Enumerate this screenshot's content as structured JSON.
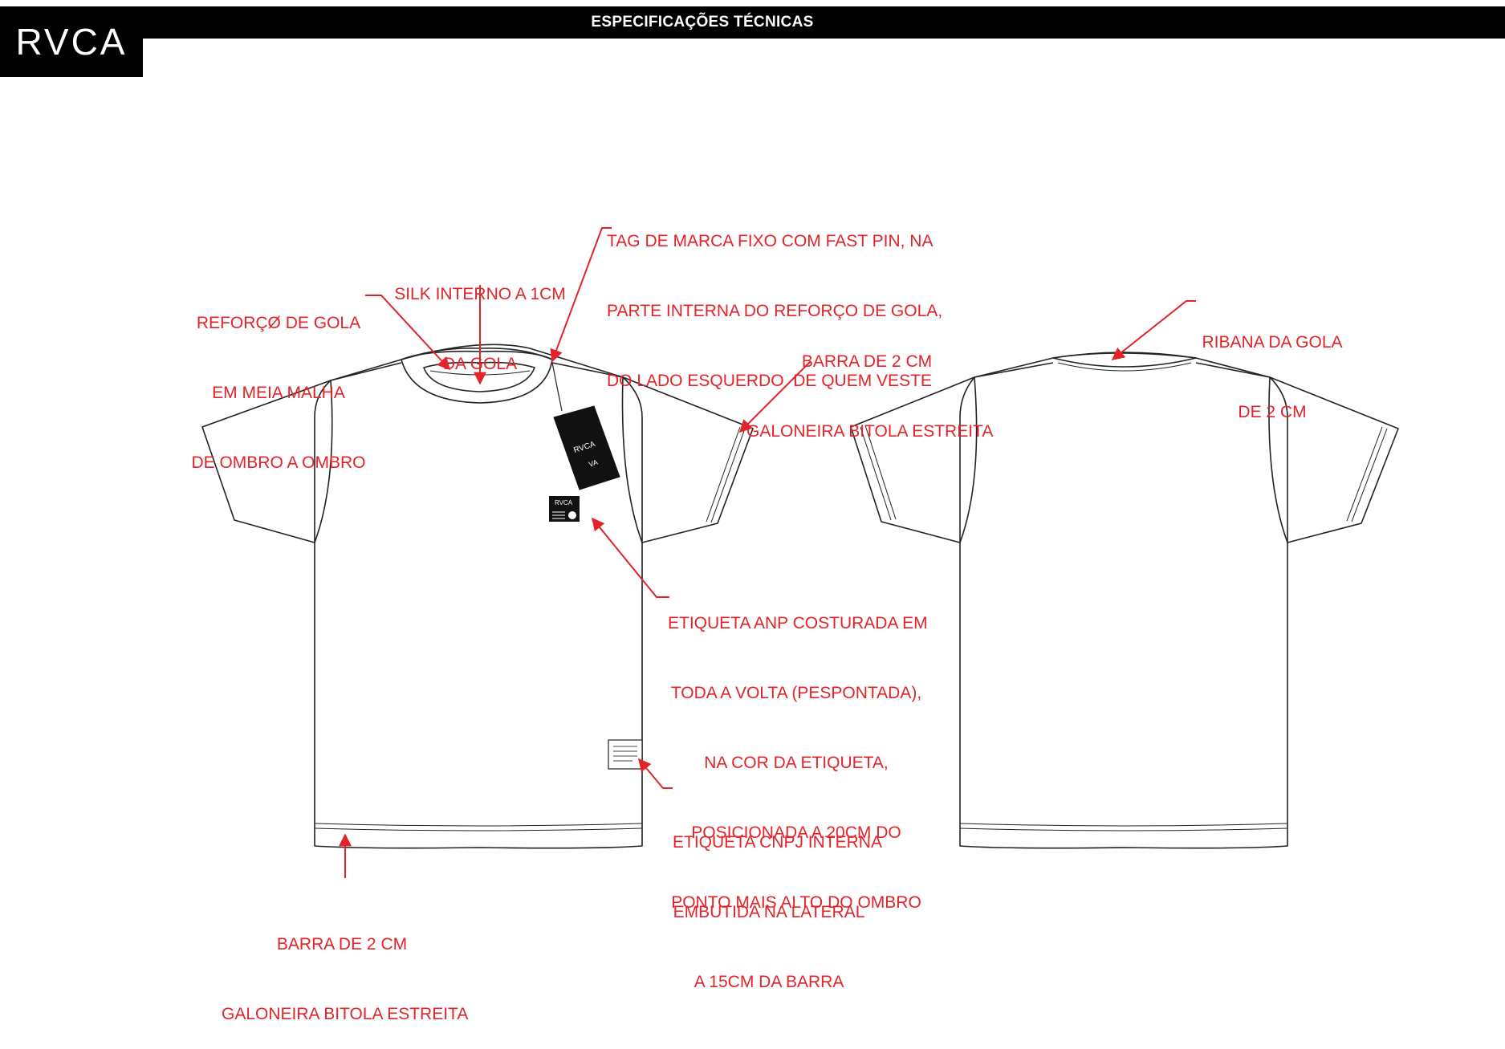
{
  "header": {
    "title": "ESPECIFICAÇÕES TÉCNICAS",
    "logo": "RVCA"
  },
  "colors": {
    "annotation": "#e3232a",
    "header_bg": "#000000",
    "outline": "#222222"
  },
  "tags": {
    "hang_tag_logo": "RVCA",
    "hang_tag_mark": "VA",
    "anp_label_logo": "RVCA"
  },
  "annotations": {
    "collar_reinforcement": [
      "REFORÇØ DE GOLA",
      "EM MEIA MALHA",
      "DE OMBRO A OMBRO"
    ],
    "inner_silk": [
      "SILK INTERNO A 1CM",
      "DA GOLA"
    ],
    "brand_tag": [
      "TAG DE MARCA FIXO COM FAST PIN, NA",
      "PARTE INTERNA DO REFORÇO DE GOLA,",
      "DO LADO ESQUERDO  DE QUEM VESTE"
    ],
    "sleeve_hem": [
      "BARRA DE 2 CM",
      "GALONEIRA BITOLA ESTREITA"
    ],
    "collar_rib": [
      "RIBANA DA GOLA",
      "DE 2 CM"
    ],
    "anp_label": [
      "ETIQUETA ANP COSTURADA EM",
      "TODA A VOLTA (PESPONTADA),",
      "NA COR DA ETIQUETA,",
      "POSICIONADA A 20CM DO",
      "PONTO MAIS ALTO DO OMBRO"
    ],
    "cnpj_label": [
      "ETIQUETA CNPJ INTERNA",
      "EMBUTIDA NA LATERAL",
      "A 15CM DA BARRA"
    ],
    "bottom_hem": [
      "BARRA DE 2 CM",
      "GALONEIRA BITOLA ESTREITA"
    ]
  }
}
